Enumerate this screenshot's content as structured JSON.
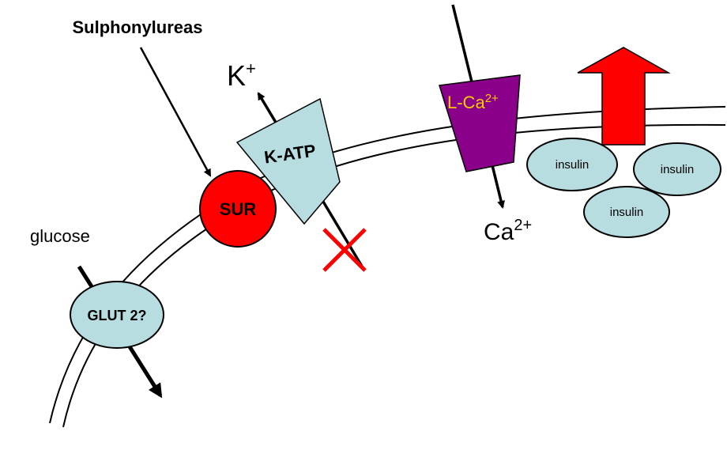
{
  "labels": {
    "drug": "Sulphonylureas",
    "potassium_base": "K",
    "potassium_sup": "+",
    "sur": "SUR",
    "katp": "K-ATP",
    "lca_base": "L-Ca",
    "lca_sup": "2+",
    "calcium_base": "Ca",
    "calcium_sup": "2+",
    "glucose": "glucose",
    "glut": "GLUT 2?",
    "insulin": [
      "insulin",
      "insulin",
      "insulin"
    ]
  },
  "colors": {
    "sur": "#ff0000",
    "katp": "#b7dde0",
    "lca": "#8b008b",
    "lca_text": "#ffcc00",
    "insulin": "#b7dde0",
    "glut": "#b7dde0",
    "block_x": "#ff0000",
    "release_arrow": "#ff0000"
  }
}
